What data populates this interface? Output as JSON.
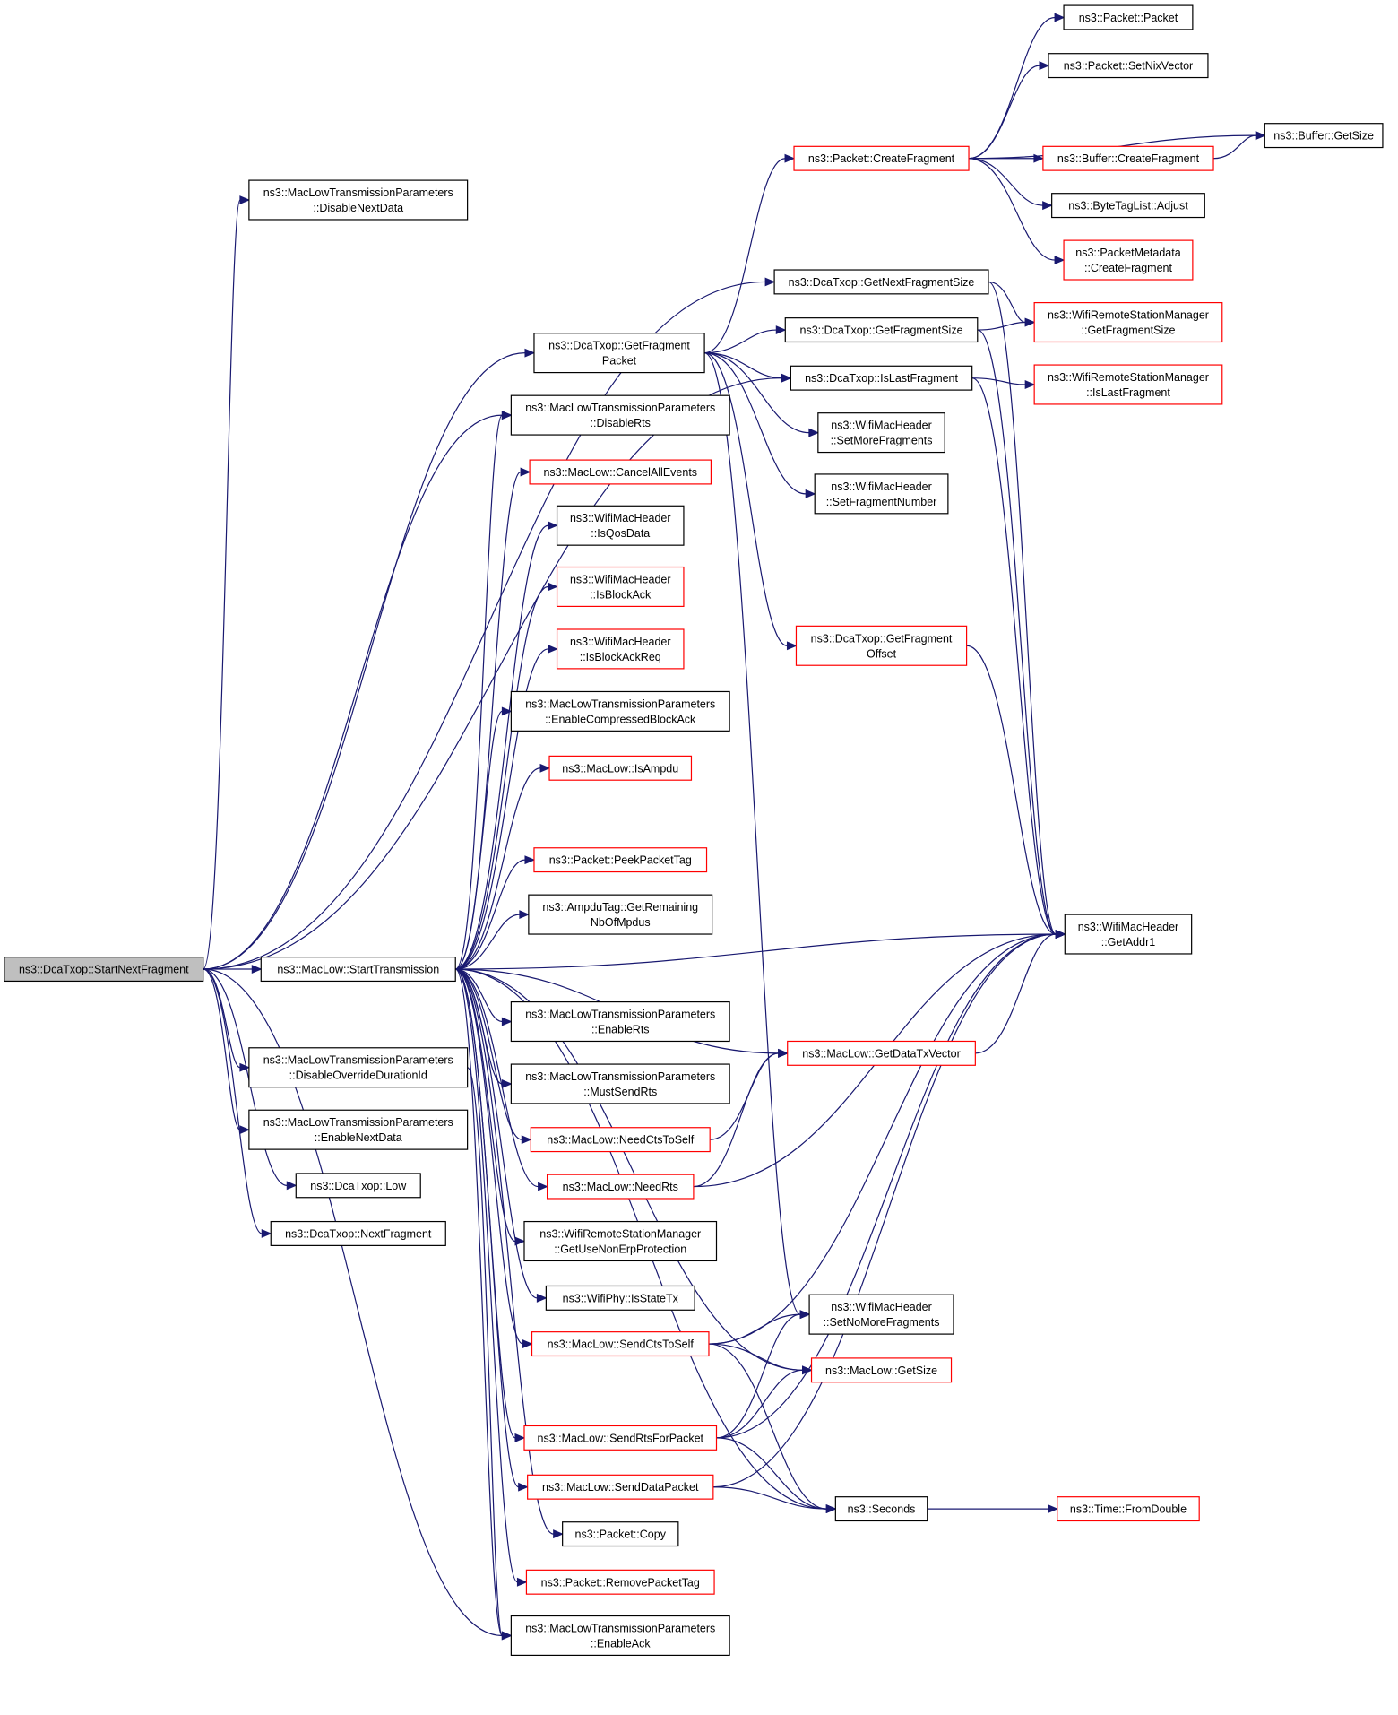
{
  "colors": {
    "edge": "#191970",
    "border_black": "#000000",
    "border_red": "#ff0000",
    "root_fill": "#bfbfbf",
    "fill": "#ffffff"
  },
  "nodes": [
    {
      "id": "root",
      "lines": [
        "ns3::DcaTxop::StartNextFragment"
      ],
      "style": "root"
    },
    {
      "id": "disableNextData",
      "lines": [
        "ns3::MacLowTransmissionParameters",
        "::DisableNextData"
      ],
      "style": "black"
    },
    {
      "id": "getFragmentPacket",
      "lines": [
        "ns3::DcaTxop::GetFragment",
        "Packet"
      ],
      "style": "black"
    },
    {
      "id": "startTransmission",
      "lines": [
        "ns3::MacLow::StartTransmission"
      ],
      "style": "black"
    },
    {
      "id": "disableOverride",
      "lines": [
        "ns3::MacLowTransmissionParameters",
        "::DisableOverrideDurationId"
      ],
      "style": "black"
    },
    {
      "id": "enableNextData",
      "lines": [
        "ns3::MacLowTransmissionParameters",
        "::EnableNextData"
      ],
      "style": "black"
    },
    {
      "id": "low",
      "lines": [
        "ns3::DcaTxop::Low"
      ],
      "style": "black"
    },
    {
      "id": "nextFragment",
      "lines": [
        "ns3::DcaTxop::NextFragment"
      ],
      "style": "black"
    },
    {
      "id": "disableRts",
      "lines": [
        "ns3::MacLowTransmissionParameters",
        "::DisableRts"
      ],
      "style": "black"
    },
    {
      "id": "cancelAllEvents",
      "lines": [
        "ns3::MacLow::CancelAllEvents"
      ],
      "style": "red"
    },
    {
      "id": "isQosData",
      "lines": [
        "ns3::WifiMacHeader",
        "::IsQosData"
      ],
      "style": "black"
    },
    {
      "id": "isBlockAck",
      "lines": [
        "ns3::WifiMacHeader",
        "::IsBlockAck"
      ],
      "style": "red"
    },
    {
      "id": "isBlockAckReq",
      "lines": [
        "ns3::WifiMacHeader",
        "::IsBlockAckReq"
      ],
      "style": "red"
    },
    {
      "id": "enableCompressedBlockAck",
      "lines": [
        "ns3::MacLowTransmissionParameters",
        "::EnableCompressedBlockAck"
      ],
      "style": "black"
    },
    {
      "id": "isAmpdu",
      "lines": [
        "ns3::MacLow::IsAmpdu"
      ],
      "style": "red"
    },
    {
      "id": "peekPacketTag",
      "lines": [
        "ns3::Packet::PeekPacketTag"
      ],
      "style": "red"
    },
    {
      "id": "getRemainingNbOfMpdus",
      "lines": [
        "ns3::AmpduTag::GetRemaining",
        "NbOfMpdus"
      ],
      "style": "black"
    },
    {
      "id": "enableRts",
      "lines": [
        "ns3::MacLowTransmissionParameters",
        "::EnableRts"
      ],
      "style": "black"
    },
    {
      "id": "mustSendRts",
      "lines": [
        "ns3::MacLowTransmissionParameters",
        "::MustSendRts"
      ],
      "style": "black"
    },
    {
      "id": "needCtsToSelf",
      "lines": [
        "ns3::MacLow::NeedCtsToSelf"
      ],
      "style": "red"
    },
    {
      "id": "needRts",
      "lines": [
        "ns3::MacLow::NeedRts"
      ],
      "style": "red"
    },
    {
      "id": "getUseNonErpProtection",
      "lines": [
        "ns3::WifiRemoteStationManager",
        "::GetUseNonErpProtection"
      ],
      "style": "black"
    },
    {
      "id": "isStateTx",
      "lines": [
        "ns3::WifiPhy::IsStateTx"
      ],
      "style": "black"
    },
    {
      "id": "sendCtsToSelf",
      "lines": [
        "ns3::MacLow::SendCtsToSelf"
      ],
      "style": "red"
    },
    {
      "id": "sendRtsForPacket",
      "lines": [
        "ns3::MacLow::SendRtsForPacket"
      ],
      "style": "red"
    },
    {
      "id": "sendDataPacket",
      "lines": [
        "ns3::MacLow::SendDataPacket"
      ],
      "style": "red"
    },
    {
      "id": "packetCopy",
      "lines": [
        "ns3::Packet::Copy"
      ],
      "style": "black"
    },
    {
      "id": "removePacketTag",
      "lines": [
        "ns3::Packet::RemovePacketTag"
      ],
      "style": "red"
    },
    {
      "id": "enableAck",
      "lines": [
        "ns3::MacLowTransmissionParameters",
        "::EnableAck"
      ],
      "style": "black"
    },
    {
      "id": "packetCreateFragment",
      "lines": [
        "ns3::Packet::CreateFragment"
      ],
      "style": "red"
    },
    {
      "id": "getNextFragmentSize",
      "lines": [
        "ns3::DcaTxop::GetNextFragmentSize"
      ],
      "style": "black"
    },
    {
      "id": "getFragmentSize",
      "lines": [
        "ns3::DcaTxop::GetFragmentSize"
      ],
      "style": "black"
    },
    {
      "id": "isLastFragment",
      "lines": [
        "ns3::DcaTxop::IsLastFragment"
      ],
      "style": "black"
    },
    {
      "id": "setMoreFragments",
      "lines": [
        "ns3::WifiMacHeader",
        "::SetMoreFragments"
      ],
      "style": "black"
    },
    {
      "id": "setFragmentNumber",
      "lines": [
        "ns3::WifiMacHeader",
        "::SetFragmentNumber"
      ],
      "style": "black"
    },
    {
      "id": "getFragmentOffset",
      "lines": [
        "ns3::DcaTxop::GetFragment",
        "Offset"
      ],
      "style": "red"
    },
    {
      "id": "getDataTxVector",
      "lines": [
        "ns3::MacLow::GetDataTxVector"
      ],
      "style": "red"
    },
    {
      "id": "setNoMoreFragments",
      "lines": [
        "ns3::WifiMacHeader",
        "::SetNoMoreFragments"
      ],
      "style": "black"
    },
    {
      "id": "macLowGetSize",
      "lines": [
        "ns3::MacLow::GetSize"
      ],
      "style": "red"
    },
    {
      "id": "seconds",
      "lines": [
        "ns3::Seconds"
      ],
      "style": "black"
    },
    {
      "id": "packetPacket",
      "lines": [
        "ns3::Packet::Packet"
      ],
      "style": "black"
    },
    {
      "id": "setNixVector",
      "lines": [
        "ns3::Packet::SetNixVector"
      ],
      "style": "black"
    },
    {
      "id": "bufferCreateFragment",
      "lines": [
        "ns3::Buffer::CreateFragment"
      ],
      "style": "red"
    },
    {
      "id": "byteTagListAdjust",
      "lines": [
        "ns3::ByteTagList::Adjust"
      ],
      "style": "black"
    },
    {
      "id": "packetMetadataCreateFragment",
      "lines": [
        "ns3::PacketMetadata",
        "::CreateFragment"
      ],
      "style": "red"
    },
    {
      "id": "bufferGetSize",
      "lines": [
        "ns3::Buffer::GetSize"
      ],
      "style": "black"
    },
    {
      "id": "wrsmGetFragmentSize",
      "lines": [
        "ns3::WifiRemoteStationManager",
        "::GetFragmentSize"
      ],
      "style": "red"
    },
    {
      "id": "wrsmIsLastFragment",
      "lines": [
        "ns3::WifiRemoteStationManager",
        "::IsLastFragment"
      ],
      "style": "red"
    },
    {
      "id": "getAddr1",
      "lines": [
        "ns3::WifiMacHeader",
        "::GetAddr1"
      ],
      "style": "black"
    },
    {
      "id": "timeFromDouble",
      "lines": [
        "ns3::Time::FromDouble"
      ],
      "style": "red"
    }
  ],
  "edges": [
    [
      "root",
      "disableNextData"
    ],
    [
      "root",
      "getFragmentPacket"
    ],
    [
      "root",
      "getNextFragmentSize"
    ],
    [
      "root",
      "isLastFragment"
    ],
    [
      "root",
      "startTransmission"
    ],
    [
      "root",
      "disableOverride"
    ],
    [
      "root",
      "enableNextData"
    ],
    [
      "root",
      "low"
    ],
    [
      "root",
      "nextFragment"
    ],
    [
      "root",
      "disableRts"
    ],
    [
      "root",
      "enableAck"
    ],
    [
      "getFragmentPacket",
      "packetCreateFragment"
    ],
    [
      "getFragmentPacket",
      "getFragmentSize"
    ],
    [
      "getFragmentPacket",
      "isLastFragment"
    ],
    [
      "getFragmentPacket",
      "setMoreFragments"
    ],
    [
      "getFragmentPacket",
      "setFragmentNumber"
    ],
    [
      "getFragmentPacket",
      "getFragmentOffset"
    ],
    [
      "getFragmentPacket",
      "setNoMoreFragments"
    ],
    [
      "startTransmission",
      "disableRts"
    ],
    [
      "startTransmission",
      "cancelAllEvents"
    ],
    [
      "startTransmission",
      "isQosData"
    ],
    [
      "startTransmission",
      "isBlockAck"
    ],
    [
      "startTransmission",
      "isBlockAckReq"
    ],
    [
      "startTransmission",
      "enableCompressedBlockAck"
    ],
    [
      "startTransmission",
      "isAmpdu"
    ],
    [
      "startTransmission",
      "peekPacketTag"
    ],
    [
      "startTransmission",
      "getRemainingNbOfMpdus"
    ],
    [
      "startTransmission",
      "getAddr1"
    ],
    [
      "startTransmission",
      "getDataTxVector"
    ],
    [
      "startTransmission",
      "enableRts"
    ],
    [
      "startTransmission",
      "mustSendRts"
    ],
    [
      "startTransmission",
      "needCtsToSelf"
    ],
    [
      "startTransmission",
      "needRts"
    ],
    [
      "startTransmission",
      "getUseNonErpProtection"
    ],
    [
      "startTransmission",
      "isStateTx"
    ],
    [
      "startTransmission",
      "sendCtsToSelf"
    ],
    [
      "startTransmission",
      "macLowGetSize"
    ],
    [
      "startTransmission",
      "sendRtsForPacket"
    ],
    [
      "startTransmission",
      "sendDataPacket"
    ],
    [
      "startTransmission",
      "packetCopy"
    ],
    [
      "startTransmission",
      "removePacketTag"
    ],
    [
      "startTransmission",
      "enableAck"
    ],
    [
      "startTransmission",
      "seconds"
    ],
    [
      "disableOverride",
      "enableAck"
    ],
    [
      "packetCreateFragment",
      "packetPacket"
    ],
    [
      "packetCreateFragment",
      "setNixVector"
    ],
    [
      "packetCreateFragment",
      "bufferGetSize"
    ],
    [
      "packetCreateFragment",
      "bufferCreateFragment"
    ],
    [
      "packetCreateFragment",
      "byteTagListAdjust"
    ],
    [
      "packetCreateFragment",
      "packetMetadataCreateFragment"
    ],
    [
      "bufferCreateFragment",
      "bufferGetSize"
    ],
    [
      "getNextFragmentSize",
      "wrsmGetFragmentSize"
    ],
    [
      "getNextFragmentSize",
      "getAddr1"
    ],
    [
      "getFragmentSize",
      "wrsmGetFragmentSize"
    ],
    [
      "getFragmentSize",
      "getAddr1"
    ],
    [
      "isLastFragment",
      "wrsmIsLastFragment"
    ],
    [
      "isLastFragment",
      "getAddr1"
    ],
    [
      "getFragmentOffset",
      "getAddr1"
    ],
    [
      "getDataTxVector",
      "getAddr1"
    ],
    [
      "needCtsToSelf",
      "getDataTxVector"
    ],
    [
      "needRts",
      "getDataTxVector"
    ],
    [
      "needRts",
      "getAddr1"
    ],
    [
      "sendCtsToSelf",
      "getAddr1"
    ],
    [
      "sendCtsToSelf",
      "setNoMoreFragments"
    ],
    [
      "sendCtsToSelf",
      "macLowGetSize"
    ],
    [
      "sendCtsToSelf",
      "seconds"
    ],
    [
      "sendRtsForPacket",
      "setNoMoreFragments"
    ],
    [
      "sendRtsForPacket",
      "macLowGetSize"
    ],
    [
      "sendRtsForPacket",
      "getAddr1"
    ],
    [
      "sendRtsForPacket",
      "seconds"
    ],
    [
      "sendDataPacket",
      "getAddr1"
    ],
    [
      "sendDataPacket",
      "seconds"
    ],
    [
      "seconds",
      "timeFromDouble"
    ]
  ]
}
